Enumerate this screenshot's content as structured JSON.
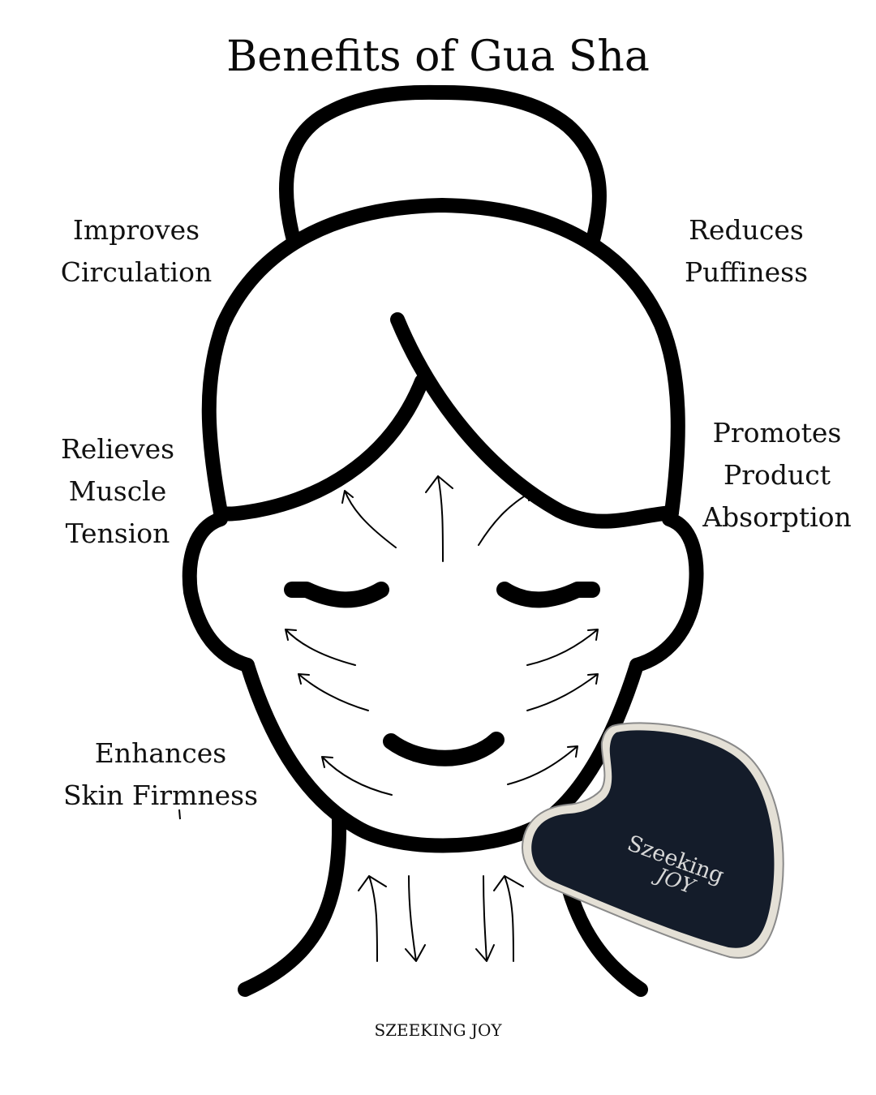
{
  "title": "Benefits of Gua Sha",
  "benefits": {
    "circulation": {
      "line1": "Improves",
      "line2": "Circulation"
    },
    "puffiness": {
      "line1": "Reduces",
      "line2": "Puffiness"
    },
    "tension": {
      "line1": "Relieves",
      "line2": "Muscle",
      "line3": "Tension"
    },
    "absorption": {
      "line1": "Promotes",
      "line2": "Product",
      "line3": "Absorption"
    },
    "firmness": {
      "line1": "Enhances",
      "line2": "Skin Firmness"
    }
  },
  "tool": {
    "brand_line1": "Szeeking",
    "brand_line2": "JOY",
    "color": "#141c2a",
    "edge_color": "#e4e0d6"
  },
  "footer": "SZEEKING JOY",
  "colors": {
    "line": "#000000",
    "background": "#ffffff"
  }
}
